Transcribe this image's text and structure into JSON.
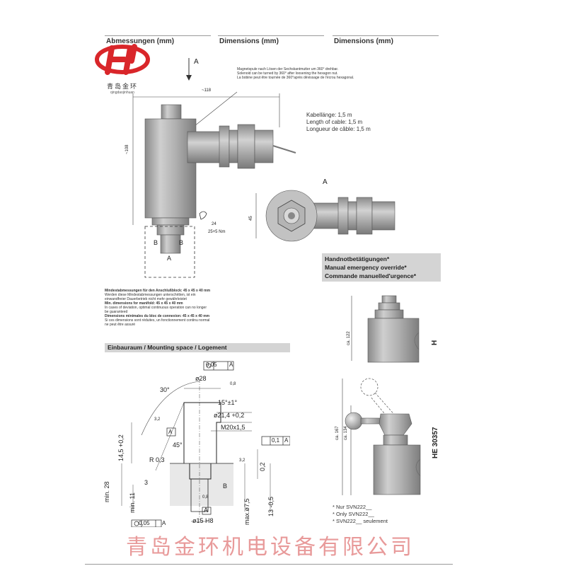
{
  "logo": {
    "caption_cn": "青岛金环",
    "caption_py": "qingdaojinhuan"
  },
  "headers": {
    "de": "Abmessungen (mm)",
    "en": "Dimensions (mm)",
    "fr": "Dimensions (mm)"
  },
  "view_a_label": "A",
  "magnet_note": [
    "Magnetspule nach Lösen der Sechskantmutter um 360° drehbar.",
    "Solenoid can be turned by 360° after loosening the hexagon nut.",
    "La bobine peut être tournée de 360°après dévissage de l'écrou hexagonal."
  ],
  "cable_note": [
    "Kabellänge: 1,5 m",
    "Length of cable: 1,5 m",
    "Longueur de câble: 1,5 m"
  ],
  "dims": {
    "width": "~118",
    "height": "~108",
    "side": "45",
    "wrench": "24",
    "torque": "25+5 Nm"
  },
  "port_labels": {
    "b_left": "B",
    "b_right": "B",
    "a": "A"
  },
  "manifold_note": [
    "Mindestabmessungen für den Anschlußblock: 45 x 45 x 40 mm",
    "Werden diese Mindestabmessungen unterschritten, ist ein",
    "einwandfreier Dauerbetrieb nicht mehr gewährleistet",
    "Min. dimensions for manifold: 45 x 45 x 40 mm",
    "In cases of deviation, optimal continuous operation can no longer",
    "be guaranteed",
    "Dimensions minimales du bloc de connexion: 45 x 45 x 40 mm",
    "Si ces dimensions sont réduites, un fonctionnement continu normal",
    "ne peut être assuré"
  ],
  "override_banner": [
    "Handnotbetätigungen*",
    "Manual emergency override*",
    "Commande manuelled'urgence*"
  ],
  "override": {
    "h_dim": "ca. 122",
    "h_label": "H",
    "he_dim1": "ca. 167",
    "he_dim2": "ca. 134",
    "he_label": "HE 30357"
  },
  "mounting_banner": "Einbauraum / Mounting space / Logement",
  "mount": {
    "tol_top": "0,05",
    "datum_a": "A",
    "d28": "ø28",
    "ang30": "30°",
    "ang15": "15°±1°",
    "d21": "ø21,4 +0,2",
    "m20": "M20x1,5",
    "perp": "0,1",
    "dim14": "14,5 +0,2",
    "ang45": "45°",
    "r03": "R 0,3",
    "rough32a": "3,2",
    "rough32b": "3,2",
    "rough08a": "0,8",
    "rough08b": "0,8",
    "dim02": "0,2",
    "min28": "min. 28",
    "dim3": "3",
    "b_port": "B",
    "min11": "min. 11",
    "max75": "max.ø7,5",
    "dim13": "13 -0,5",
    "d15": "ø15 H8",
    "tol_bot": "0,05"
  },
  "notes": [
    "* Nur SVN222__",
    "* Only SVN222__",
    "* SVN222__ seulement"
  ],
  "footer": "青岛金环机电设备有限公司",
  "colors": {
    "logo_red": "#d9262a",
    "footer_pink": "#e89a9a",
    "banner_grey": "#d4d4d4",
    "body_grey": "#a8a8a8"
  }
}
